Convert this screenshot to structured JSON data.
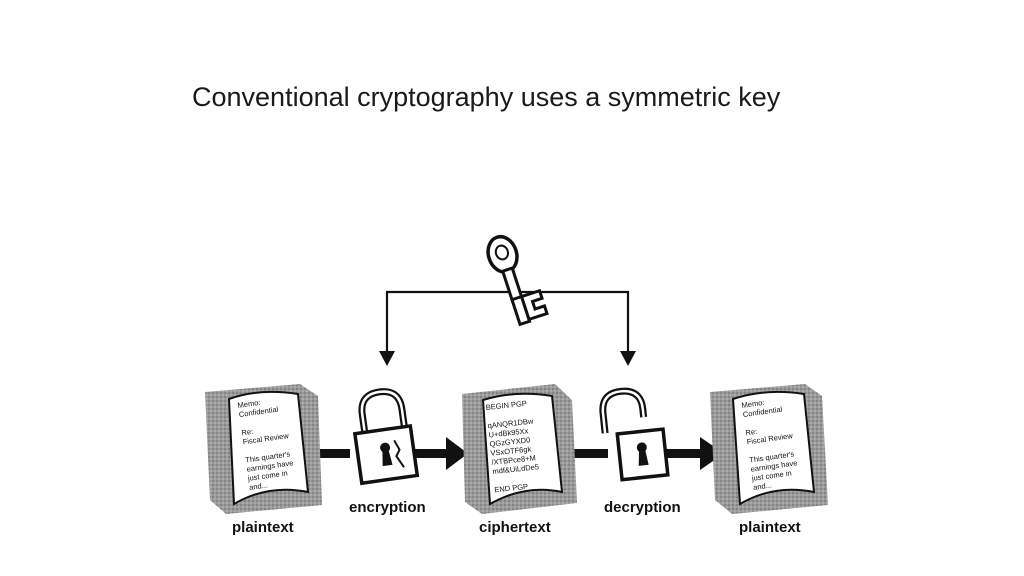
{
  "title": "Conventional cryptography uses a symmetric key",
  "plaintext_left": {
    "caption": "plaintext",
    "lines": [
      "Memo:",
      "Confidential",
      "",
      "Re:",
      "Fiscal Review",
      "",
      "This quarter's",
      "earnings have",
      "just come in",
      "and..."
    ]
  },
  "encryption": {
    "caption": "encryption"
  },
  "ciphertext": {
    "caption": "ciphertext",
    "lines": [
      "BEGIN PGP",
      "",
      "qANQR1DBw",
      "U+dBk95Xx",
      "QGzGYXD0",
      "VSxOTF6gk",
      "/XTBPce8+M",
      "mdf&UiLdDe5",
      "",
      "END PGP"
    ]
  },
  "decryption": {
    "caption": "decryption"
  },
  "plaintext_right": {
    "caption": "plaintext",
    "lines": [
      "Memo:",
      "Confidential",
      "",
      "Re:",
      "Fiscal Review",
      "",
      "This quarter's",
      "earnings have",
      "just come in",
      "and..."
    ]
  },
  "icons": {
    "key": "key-icon",
    "lock_closed": "lock-closed-icon",
    "lock_open": "lock-open-icon"
  }
}
